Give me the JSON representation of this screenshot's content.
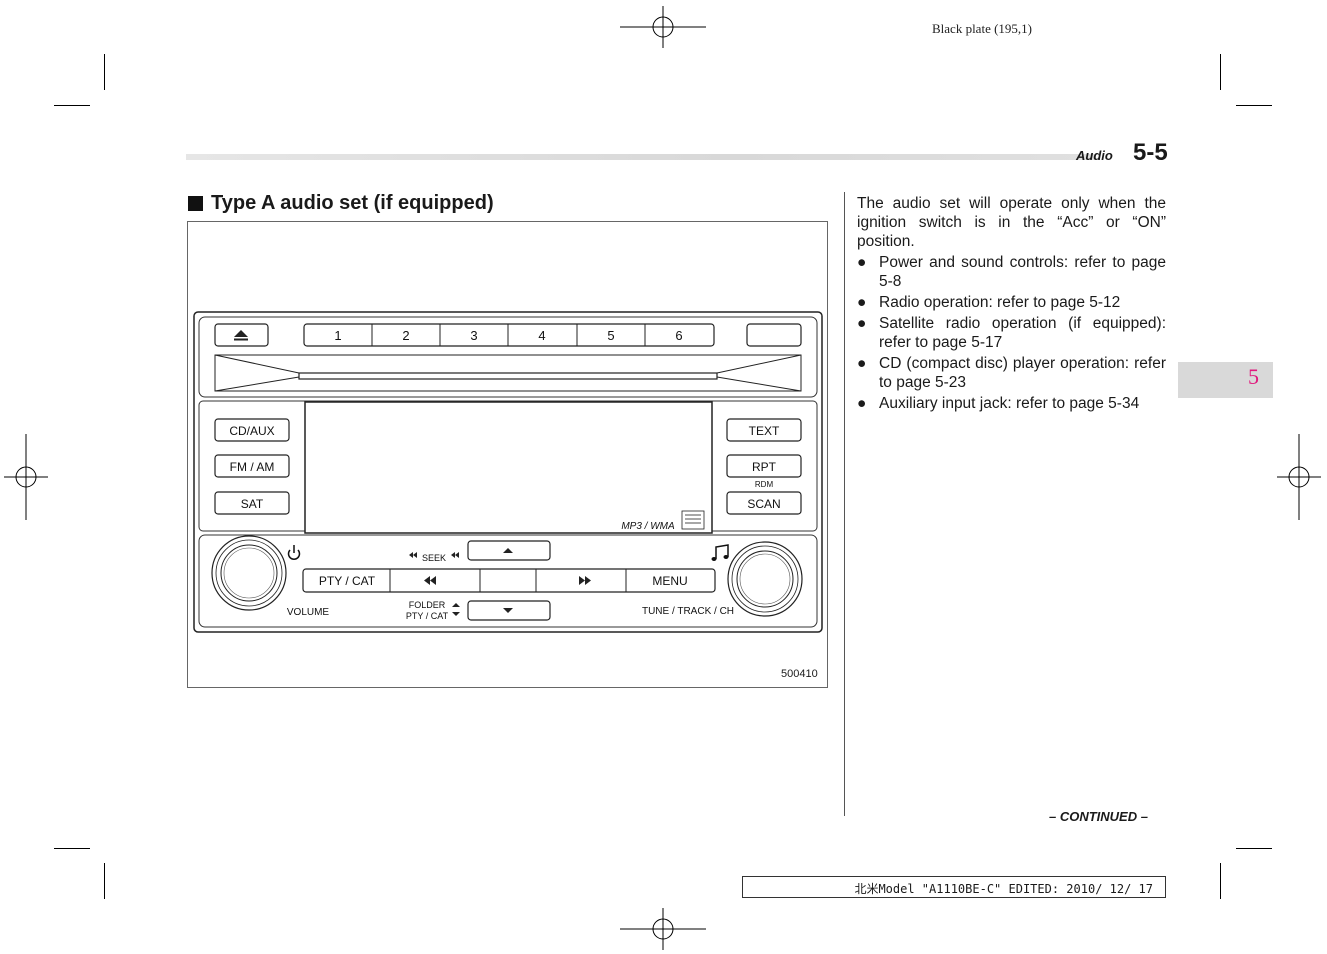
{
  "plate_text": "Black plate (195,1)",
  "header": {
    "section": "Audio",
    "page": "5-5"
  },
  "section_title": "Type A audio set (if equipped)",
  "figure": {
    "code": "500410",
    "radio": {
      "preset_buttons": [
        "1",
        "2",
        "3",
        "4",
        "5",
        "6"
      ],
      "left_buttons": [
        "CD/AUX",
        "FM / AM",
        "SAT"
      ],
      "right_buttons": [
        "TEXT",
        "RPT",
        "SCAN"
      ],
      "rdm_label": "RDM",
      "display_label": "MP3 / WMA",
      "seek_label": "SEEK",
      "bottom_buttons": {
        "pty": "PTY / CAT",
        "menu": "MENU"
      },
      "folder_label_1": "FOLDER",
      "folder_label_2": "PTY / CAT",
      "volume_label": "VOLUME",
      "tune_label": "TUNE / TRACK / CH"
    }
  },
  "body": {
    "intro": "The audio set will operate only when the ignition switch is in the “Acc” or “ON” position.",
    "bullets": [
      "Power and sound controls: refer to page 5-8",
      "Radio operation: refer to page 5-12",
      "Satellite radio operation (if equipped): refer to page 5-17",
      "CD (compact disc) player operation: refer to page 5-23",
      "Auxiliary input jack: refer to page 5-34"
    ]
  },
  "chapter_tab": "5",
  "continued": "– CONTINUED –",
  "footer": "北米Model \"A1110BE-C\" EDITED: 2010/ 12/ 17"
}
